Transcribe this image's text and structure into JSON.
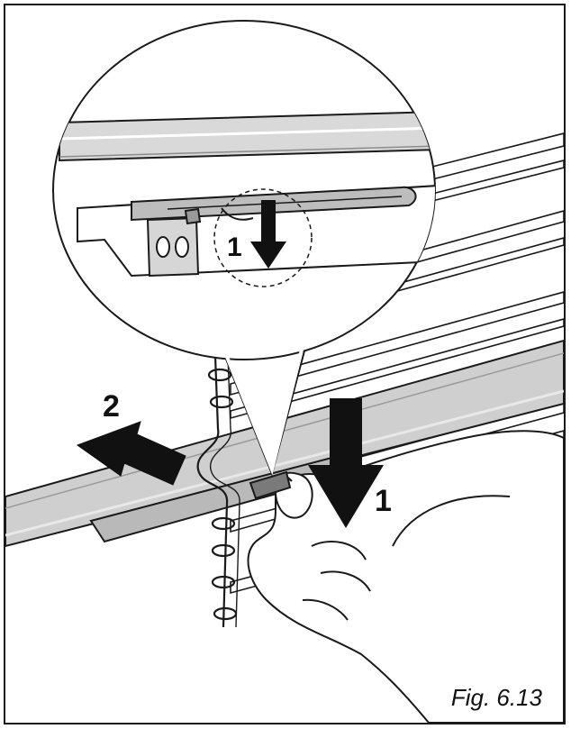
{
  "labels": {
    "step_push_down": "1",
    "step_pull_out": "2",
    "step_push_down_zoom": "1"
  },
  "caption": "Fig. 6.13",
  "colors": {
    "outline": "#1a1a1a",
    "rail_light": "#d6d6d6",
    "rail_mid": "#bdbdbd",
    "rail_dark": "#a6a6a6",
    "arrow": "#111111",
    "background": "#ffffff"
  },
  "icons": {
    "push_arrow": "arrow-down-icon",
    "pull_arrow": "arrow-left-icon"
  }
}
